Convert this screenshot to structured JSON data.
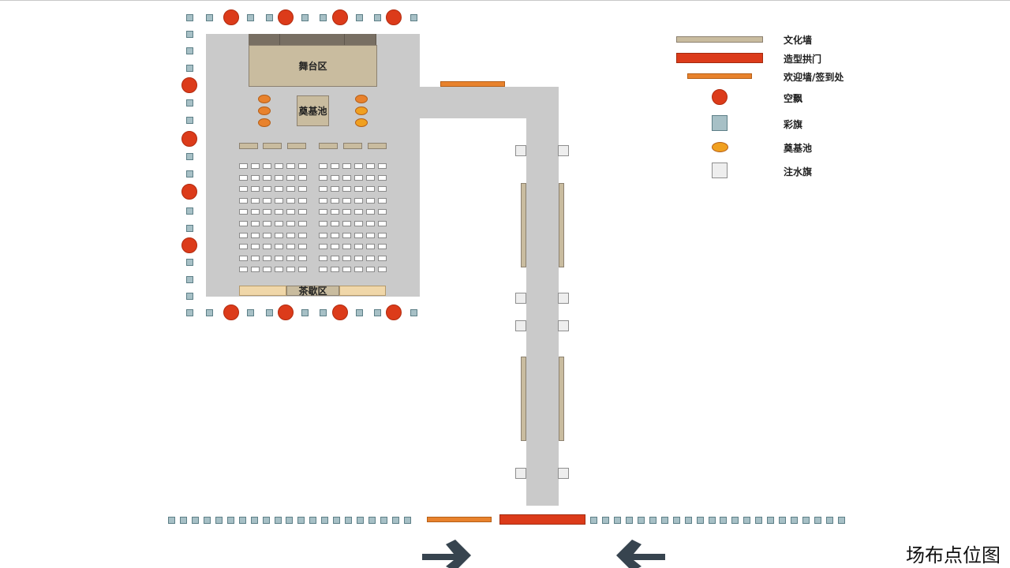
{
  "title": "场布点位图",
  "labels": {
    "stage": "舞台区",
    "sandbox": "奠基池",
    "tea_area": "茶歇区"
  },
  "legend": [
    {
      "key": "culture_wall",
      "label": "文化墙",
      "color": "#c9bc9f"
    },
    {
      "key": "arch",
      "label": "造型拱门",
      "color": "#dc3b1a"
    },
    {
      "key": "welcome_wall",
      "label": "欢迎墙/签到处",
      "color": "#e8822d"
    },
    {
      "key": "balloon",
      "label": "空飘",
      "color": "#dc3b1a"
    },
    {
      "key": "flag",
      "label": "彩旗",
      "color": "#a7c0c6"
    },
    {
      "key": "sandbox",
      "label": "奠基池",
      "color": "#f0a020"
    },
    {
      "key": "water_flag",
      "label": "注水旗",
      "color": "#eeeeee"
    }
  ],
  "icons": {
    "left_arrow": "arrow-right-icon",
    "right_arrow": "arrow-left-icon"
  }
}
